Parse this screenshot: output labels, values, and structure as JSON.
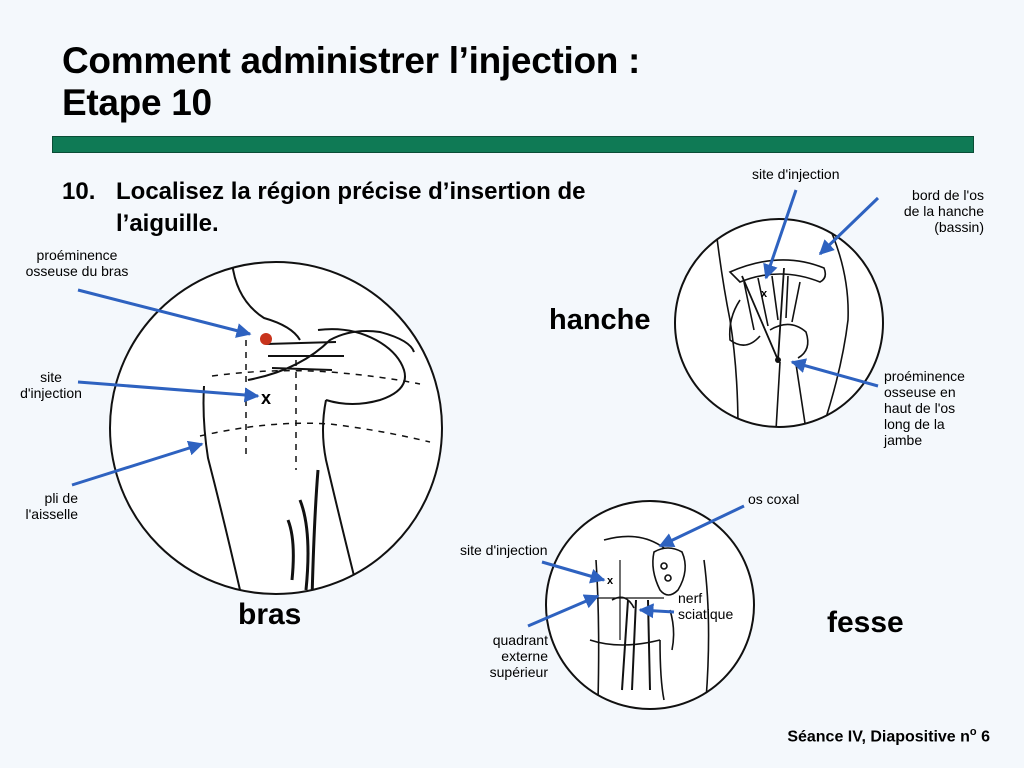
{
  "title": {
    "line1": "Comment administrer l’injection :",
    "line2": "Etape 10"
  },
  "step": {
    "number": "10.",
    "text_line1": "Localisez la région précise d’insertion de",
    "text_line2": "l’aiguille."
  },
  "arm": {
    "caption": "bras",
    "marker": "x",
    "labels": {
      "bone_line1": "proéminence",
      "bone_line2": "osseuse du bras",
      "site_line1": "site",
      "site_line2": "d'injection",
      "fold_line1": "pli de",
      "fold_line2": "l'aisselle"
    }
  },
  "hip": {
    "caption": "hanche",
    "marker": "x",
    "labels": {
      "site": "site d'injection",
      "edge_line1": "bord de l'os",
      "edge_line2": "de la hanche",
      "edge_line3": "(bassin)",
      "bone_line1": "proéminence",
      "bone_line2": "osseuse en",
      "bone_line3": "haut de l'os",
      "bone_line4": "long de la",
      "bone_line5": "jambe"
    }
  },
  "buttock": {
    "caption": "fesse",
    "marker": "x",
    "labels": {
      "coxal": "os coxal",
      "site": "site d'injection",
      "nerve_line1": "nerf",
      "nerve_line2": "sciatique",
      "quad_line1": "quadrant",
      "quad_line2": "externe",
      "quad_line3": "supérieur"
    }
  },
  "footer": {
    "text": "Séance IV, Diapositive n",
    "superscript": "o",
    "number": " 6"
  },
  "colors": {
    "bar": "#0f7a55",
    "arrow": "#2e62c0",
    "dot": "#c8341c",
    "background": "#f4f8fc"
  }
}
